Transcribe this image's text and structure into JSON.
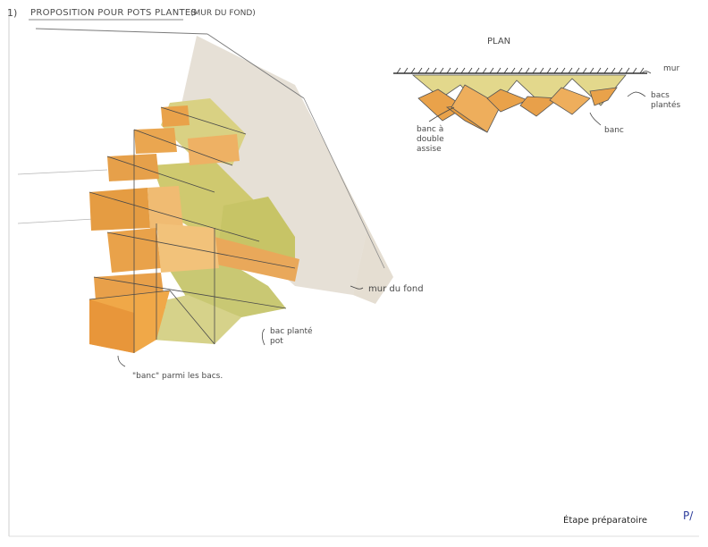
{
  "header": {
    "number": "1)",
    "title": "PROPOSITION POUR POTS PLANTES",
    "subtitle": "(MUR DU FOND)"
  },
  "plan": {
    "title": "PLAN",
    "labels": {
      "mur": "mur",
      "bacs_plantes": "bacs plantés",
      "banc": "banc",
      "banc_double": "banc à double assise"
    }
  },
  "perspective": {
    "labels": {
      "mur_du_fond": "mur du fond",
      "bac_plante": "bac planté",
      "pot": "pot",
      "banc_parmi": "\"banc\" parmi les bacs."
    }
  },
  "footer": {
    "stage": "Étape préparatoire",
    "page": "P/"
  },
  "colors": {
    "wood": "#e9a24a",
    "wood_light": "#f2c27a",
    "planting": "#d9d183",
    "wall": "#d8cfc0",
    "ink": "#3c3c3c"
  }
}
